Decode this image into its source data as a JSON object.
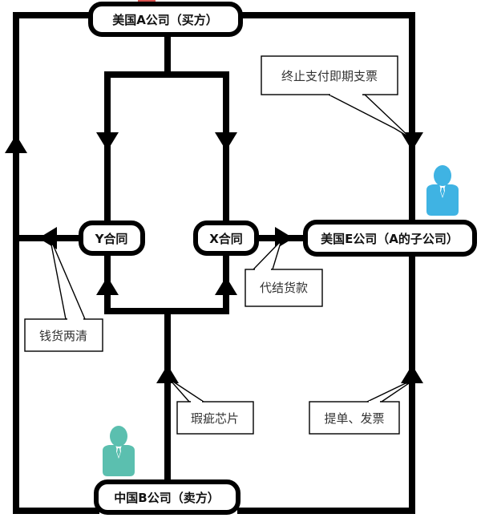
{
  "diagram": {
    "title": "",
    "colors": {
      "line": "#000000",
      "background": "#ffffff",
      "person_top": "#3fb3e3",
      "person_bottom": "#5bbfaf",
      "accent_mark": "#d9534f"
    },
    "nodes": {
      "company_a": {
        "label": "美国A公司（买方）",
        "role": "buyer"
      },
      "company_e": {
        "label": "美国E公司（A的子公司）",
        "role": "subsidiary"
      },
      "company_b": {
        "label": "中国B公司（卖方）",
        "role": "seller"
      },
      "contract_y": {
        "label": "Y合同"
      },
      "contract_x": {
        "label": "X合同"
      }
    },
    "callouts": {
      "stop_payment": {
        "label": "终止支付即期支票"
      },
      "collect_payment": {
        "label": "代结货款"
      },
      "settled": {
        "label": "钱货两清"
      },
      "defective_chips": {
        "label": "瑕疵芯片"
      },
      "bill_invoice": {
        "label": "提单、发票"
      }
    },
    "icons": {
      "person_e": "person-icon",
      "person_b": "person-icon"
    },
    "edges": [
      {
        "from": "company_a",
        "to": "contract_y",
        "direction": "down"
      },
      {
        "from": "company_a",
        "to": "contract_x",
        "direction": "down"
      },
      {
        "from": "company_b",
        "to": "contract_y",
        "direction": "up"
      },
      {
        "from": "company_b",
        "to": "contract_x",
        "direction": "up"
      },
      {
        "from": "company_a",
        "to": "company_e",
        "direction": "down",
        "label_ref": "stop_payment"
      },
      {
        "from": "company_b",
        "to": "company_e",
        "direction": "up",
        "label_ref": "bill_invoice"
      },
      {
        "from": "contract_x",
        "to": "company_e",
        "direction": "right",
        "label_ref": "collect_payment"
      },
      {
        "from": "contract_y",
        "to": "left_frame",
        "direction": "left",
        "label_ref": "settled"
      },
      {
        "from": "company_b",
        "to": "company_a",
        "direction": "up",
        "path": "left_frame"
      }
    ]
  }
}
